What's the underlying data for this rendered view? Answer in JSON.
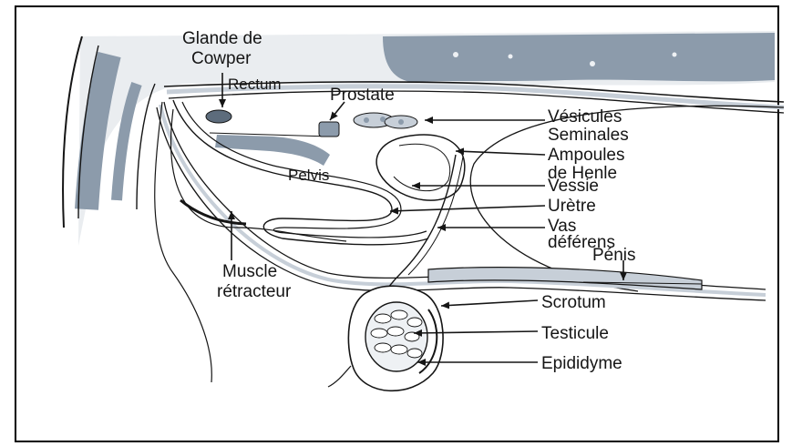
{
  "diagram": {
    "labels": {
      "glande_line1": "Glande de",
      "glande_line2": "Cowper",
      "rectum": "Rectum",
      "prostate": "Prostate",
      "pelvis": "Pelvis",
      "vesicules_line1": "Vésicules",
      "vesicules_line2": "Seminales",
      "ampoules_line1": "Ampoules",
      "ampoules_line2": "de Henle",
      "vessie": "Vessie",
      "uretre": "Urètre",
      "vas_line1": "Vas",
      "vas_line2": "déférens",
      "penis": "Pénis",
      "muscle_line1": "Muscle",
      "muscle_line2": "rétracteur",
      "scrotum": "Scrotum",
      "testicule": "Testicule",
      "epididyme": "Epididyme"
    },
    "colors": {
      "ink": "#151515",
      "tissue": "#8c9bab",
      "tissue_light": "#c7cfd8",
      "frame": "#000000",
      "background": "#ffffff"
    }
  }
}
